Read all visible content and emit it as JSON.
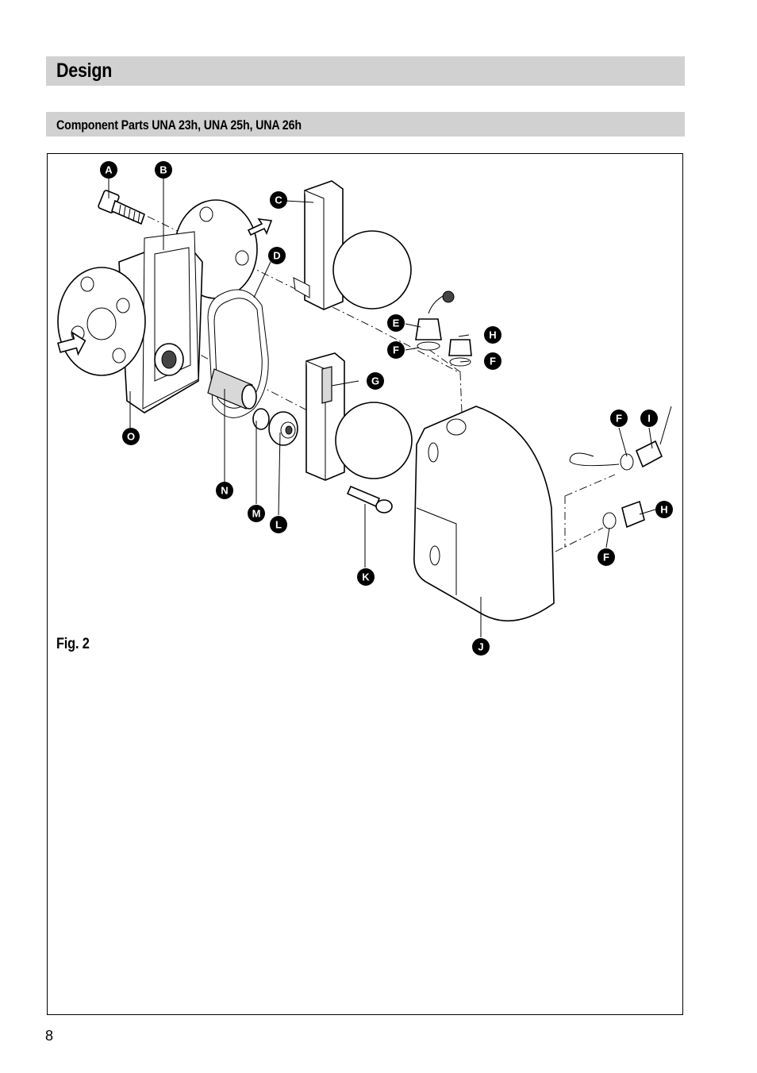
{
  "section_title": "Design",
  "subsection_title": "Component Parts UNA 23h, UNA 25h, UNA 26h",
  "figure": {
    "caption": "Fig. 2",
    "callouts": {
      "a": "A",
      "b": "B",
      "c": "C",
      "d": "D",
      "e": "E",
      "f1": "F",
      "f2": "F",
      "f3": "F",
      "f4": "F",
      "g": "G",
      "h1": "H",
      "h2": "H",
      "i": "I",
      "j": "J",
      "k": "K",
      "l": "L",
      "m": "M",
      "n": "N",
      "o": "O"
    }
  },
  "page_number": "8"
}
